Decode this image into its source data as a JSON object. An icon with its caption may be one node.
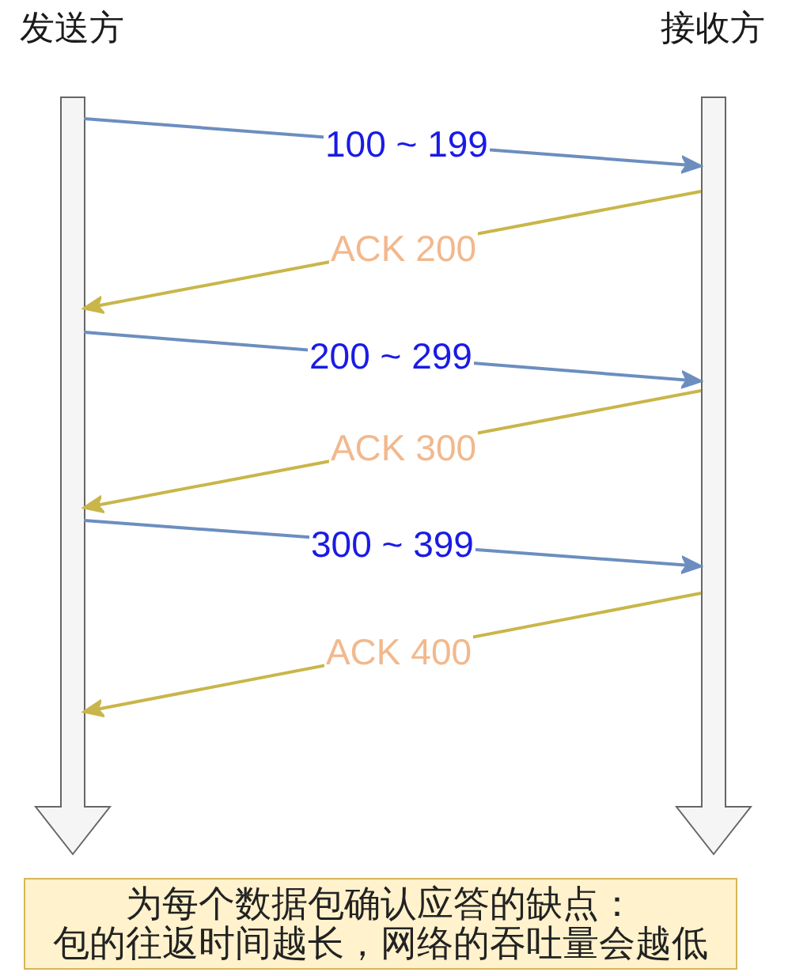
{
  "diagram": {
    "nodes": [
      {
        "text": [
          "发送方"
        ]
      },
      {
        "text": [
          "接收方"
        ]
      },
      {
        "text": [
          "为每个数据包确认应答的缺点：",
          "包的往返时间越长，网络的吞吐量会越低"
        ]
      }
    ],
    "edges": [
      {
        "from": 0,
        "to": 1,
        "arrow": "to",
        "label": "100 ~ 199",
        "color": "#6c8ebf"
      },
      {
        "from": 1,
        "to": 0,
        "arrow": "to",
        "label": "ACK 200",
        "color": "#c9b64a"
      },
      {
        "from": 0,
        "to": 1,
        "arrow": "to",
        "label": "200 ~ 299",
        "color": "#6c8ebf"
      },
      {
        "from": 1,
        "to": 0,
        "arrow": "to",
        "label": "ACK 300",
        "color": "#c9b64a"
      },
      {
        "from": 0,
        "to": 1,
        "arrow": "to",
        "label": "300 ~ 399",
        "color": "#6c8ebf"
      },
      {
        "from": 1,
        "to": 0,
        "arrow": "to",
        "label": "ACK 400",
        "color": "#c9b64a"
      }
    ]
  }
}
